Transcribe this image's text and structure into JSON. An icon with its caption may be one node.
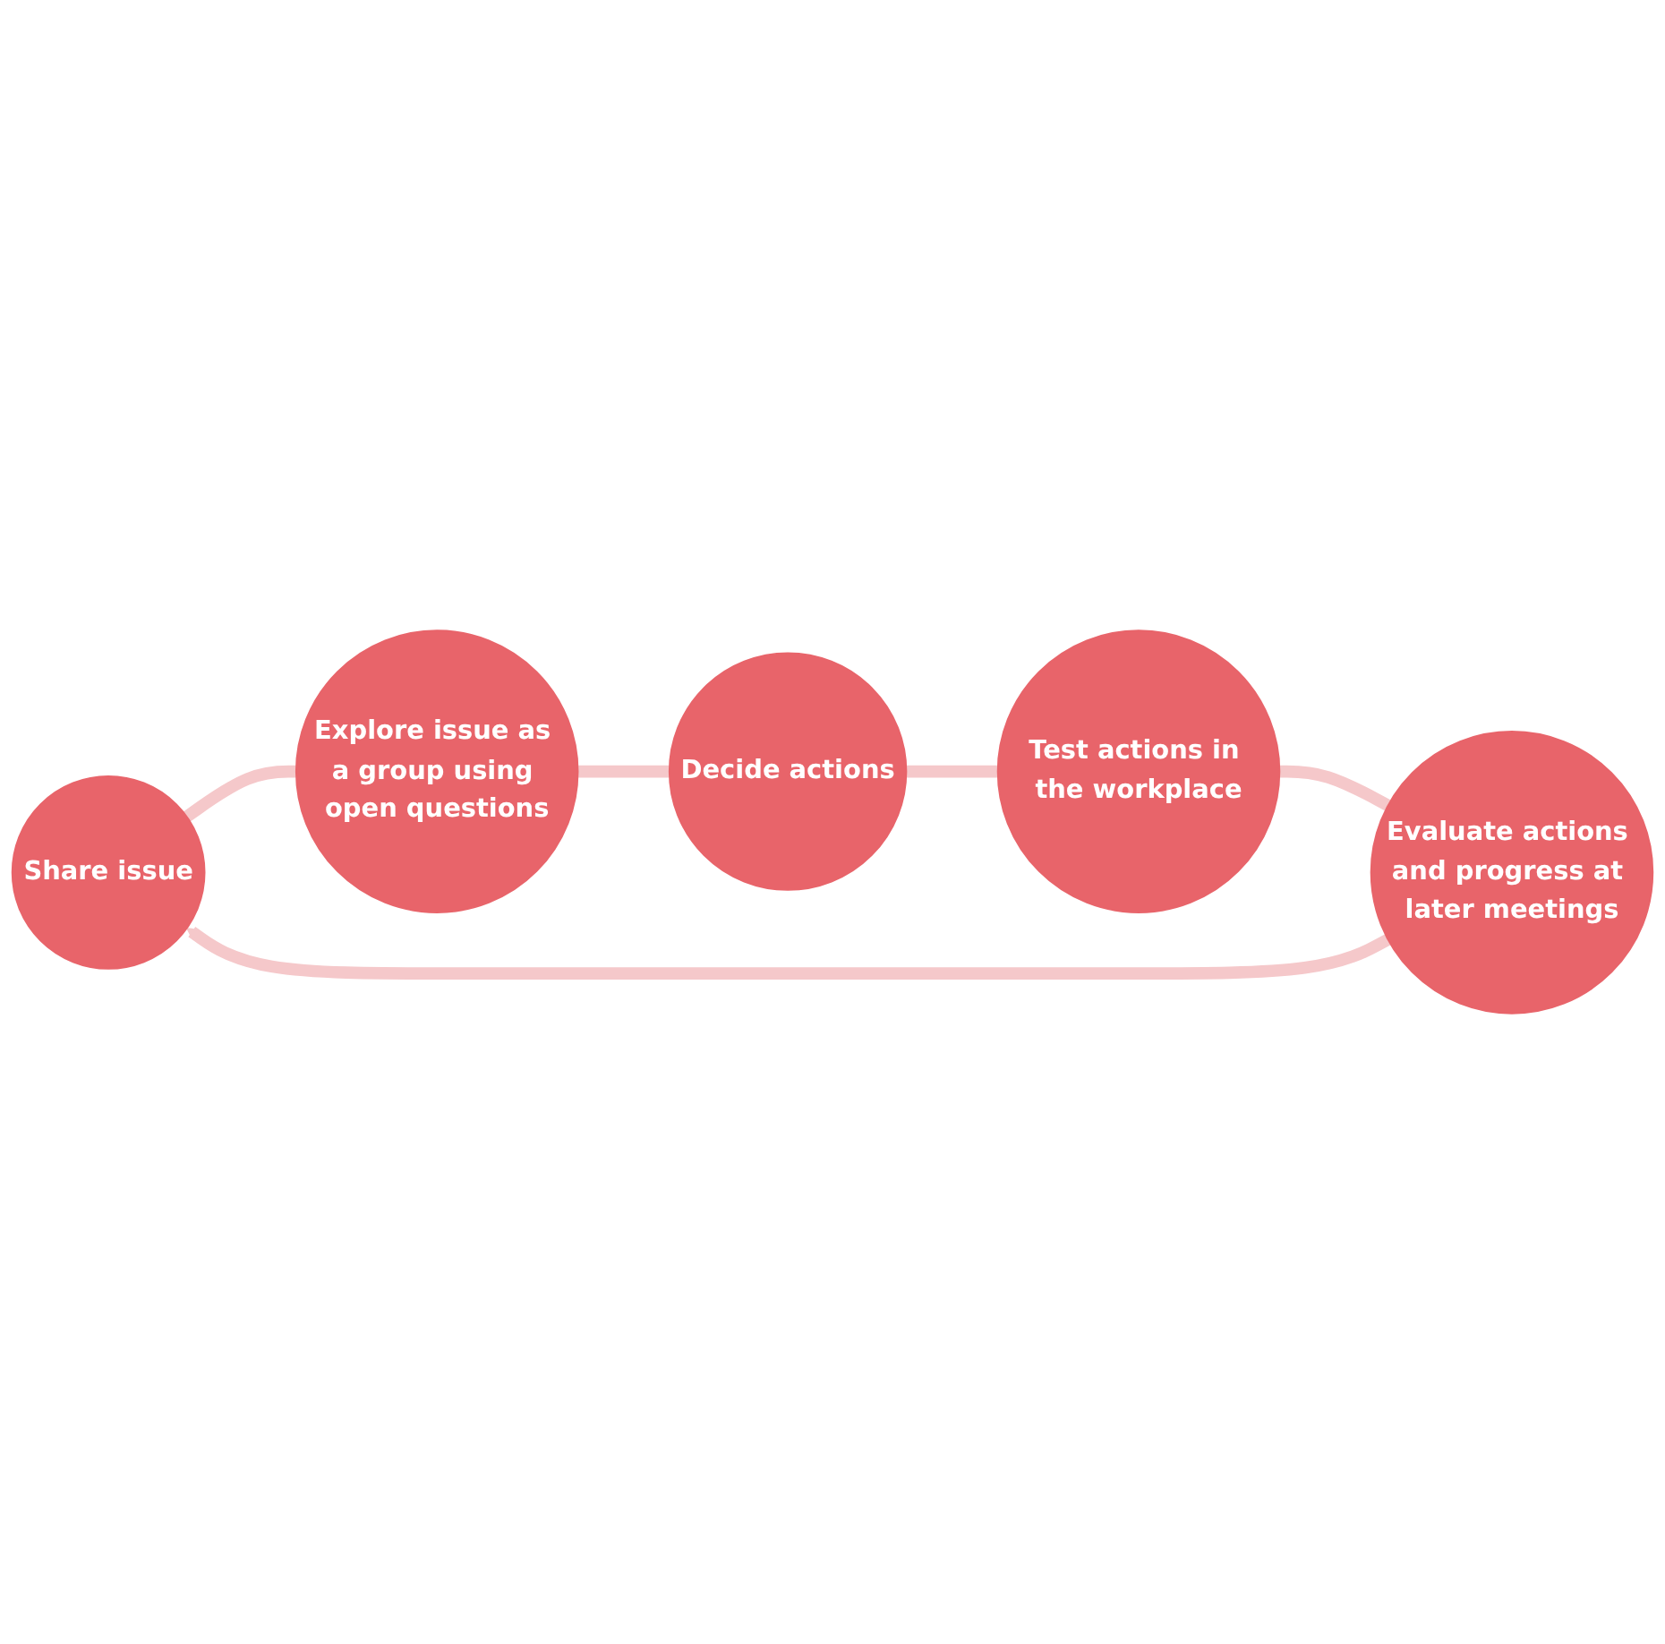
{
  "diagram": {
    "nodes": [
      {
        "text": [
          "Share issue"
        ]
      },
      {
        "text": [
          "Explore issue as a group using open questions"
        ]
      },
      {
        "text": [
          "Decide actions"
        ]
      },
      {
        "text": [
          "Test actions in the workplace"
        ]
      },
      {
        "text": [
          "Evaluate actions and progress at later meetings"
        ]
      }
    ],
    "edges": [
      {
        "from": 0,
        "to": 1,
        "arrow": "none"
      },
      {
        "from": 1,
        "to": 2,
        "arrow": "none"
      },
      {
        "from": 2,
        "to": 3,
        "arrow": "none"
      },
      {
        "from": 3,
        "to": 4,
        "arrow": "none"
      },
      {
        "from": 4,
        "to": 0,
        "arrow": "to"
      }
    ]
  }
}
